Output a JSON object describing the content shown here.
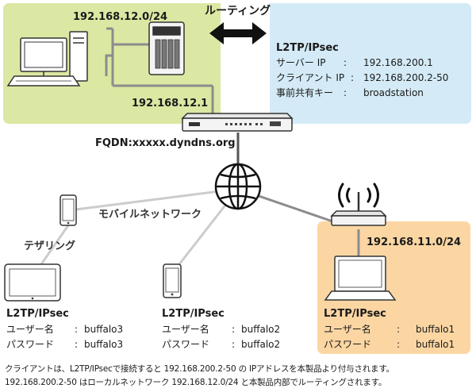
{
  "colors": {
    "green_panel": "#dbe8a3",
    "blue_panel": "#d4ebf7",
    "orange_panel": "#fbd6a3",
    "line_gray": "#8c8c8c",
    "line_light": "#cccccc",
    "device": "#ffffff",
    "outline": "#333333"
  },
  "icons": [
    "desktop-pc-icon",
    "nas-icon",
    "router-icon",
    "globe-icon",
    "smartphone-icon",
    "tablet-icon",
    "laptop-icon",
    "wifi-router-icon",
    "double-arrow-icon"
  ],
  "top_network": {
    "subnet": "192.168.12.0/24",
    "router_ip": "192.168.12.1",
    "routing_label": "ルーティング"
  },
  "server_info": {
    "title": "L2TP/IPsec",
    "rows": [
      {
        "label": "サーバー IP",
        "sep": ":",
        "value": "192.168.200.1"
      },
      {
        "label": "クライアント IP",
        "sep": ":",
        "value": "192.168.200.2-50"
      },
      {
        "label": "事前共有キー",
        "sep": ":",
        "value": "broadstation"
      }
    ]
  },
  "fqdn": "FQDN:xxxxx.dyndns.org",
  "mobile_network_label": "モバイルネットワーク",
  "tethering_label": "テザリング",
  "remote_subnet": "192.168.11.0/24",
  "clients": [
    {
      "title": "L2TP/IPsec",
      "user_label": "ユーザー名",
      "user_sep": ":",
      "user": "buffalo3",
      "pass_label": "パスワード",
      "pass_sep": ":",
      "pass": "buffalo3"
    },
    {
      "title": "L2TP/IPsec",
      "user_label": "ユーザー名",
      "user_sep": ":",
      "user": "buffalo2",
      "pass_label": "パスワード",
      "pass_sep": ":",
      "pass": "buffalo2"
    },
    {
      "title": "L2TP/IPsec",
      "user_label": "ユーザー名",
      "user_sep": ":",
      "user": "buffalo1",
      "pass_label": "パスワード",
      "pass_sep": ":",
      "pass": "buffalo1"
    }
  ],
  "footer": {
    "line1": "クライアントは、L2TP/IPsecで接続すると 192.168.200.2-50 の IPアドレスを本製品より付与されます。",
    "line2": "192.168.200.2-50 はローカルネットワーク 192.168.12.0/24 と本製品内部でルーティングされます。"
  }
}
